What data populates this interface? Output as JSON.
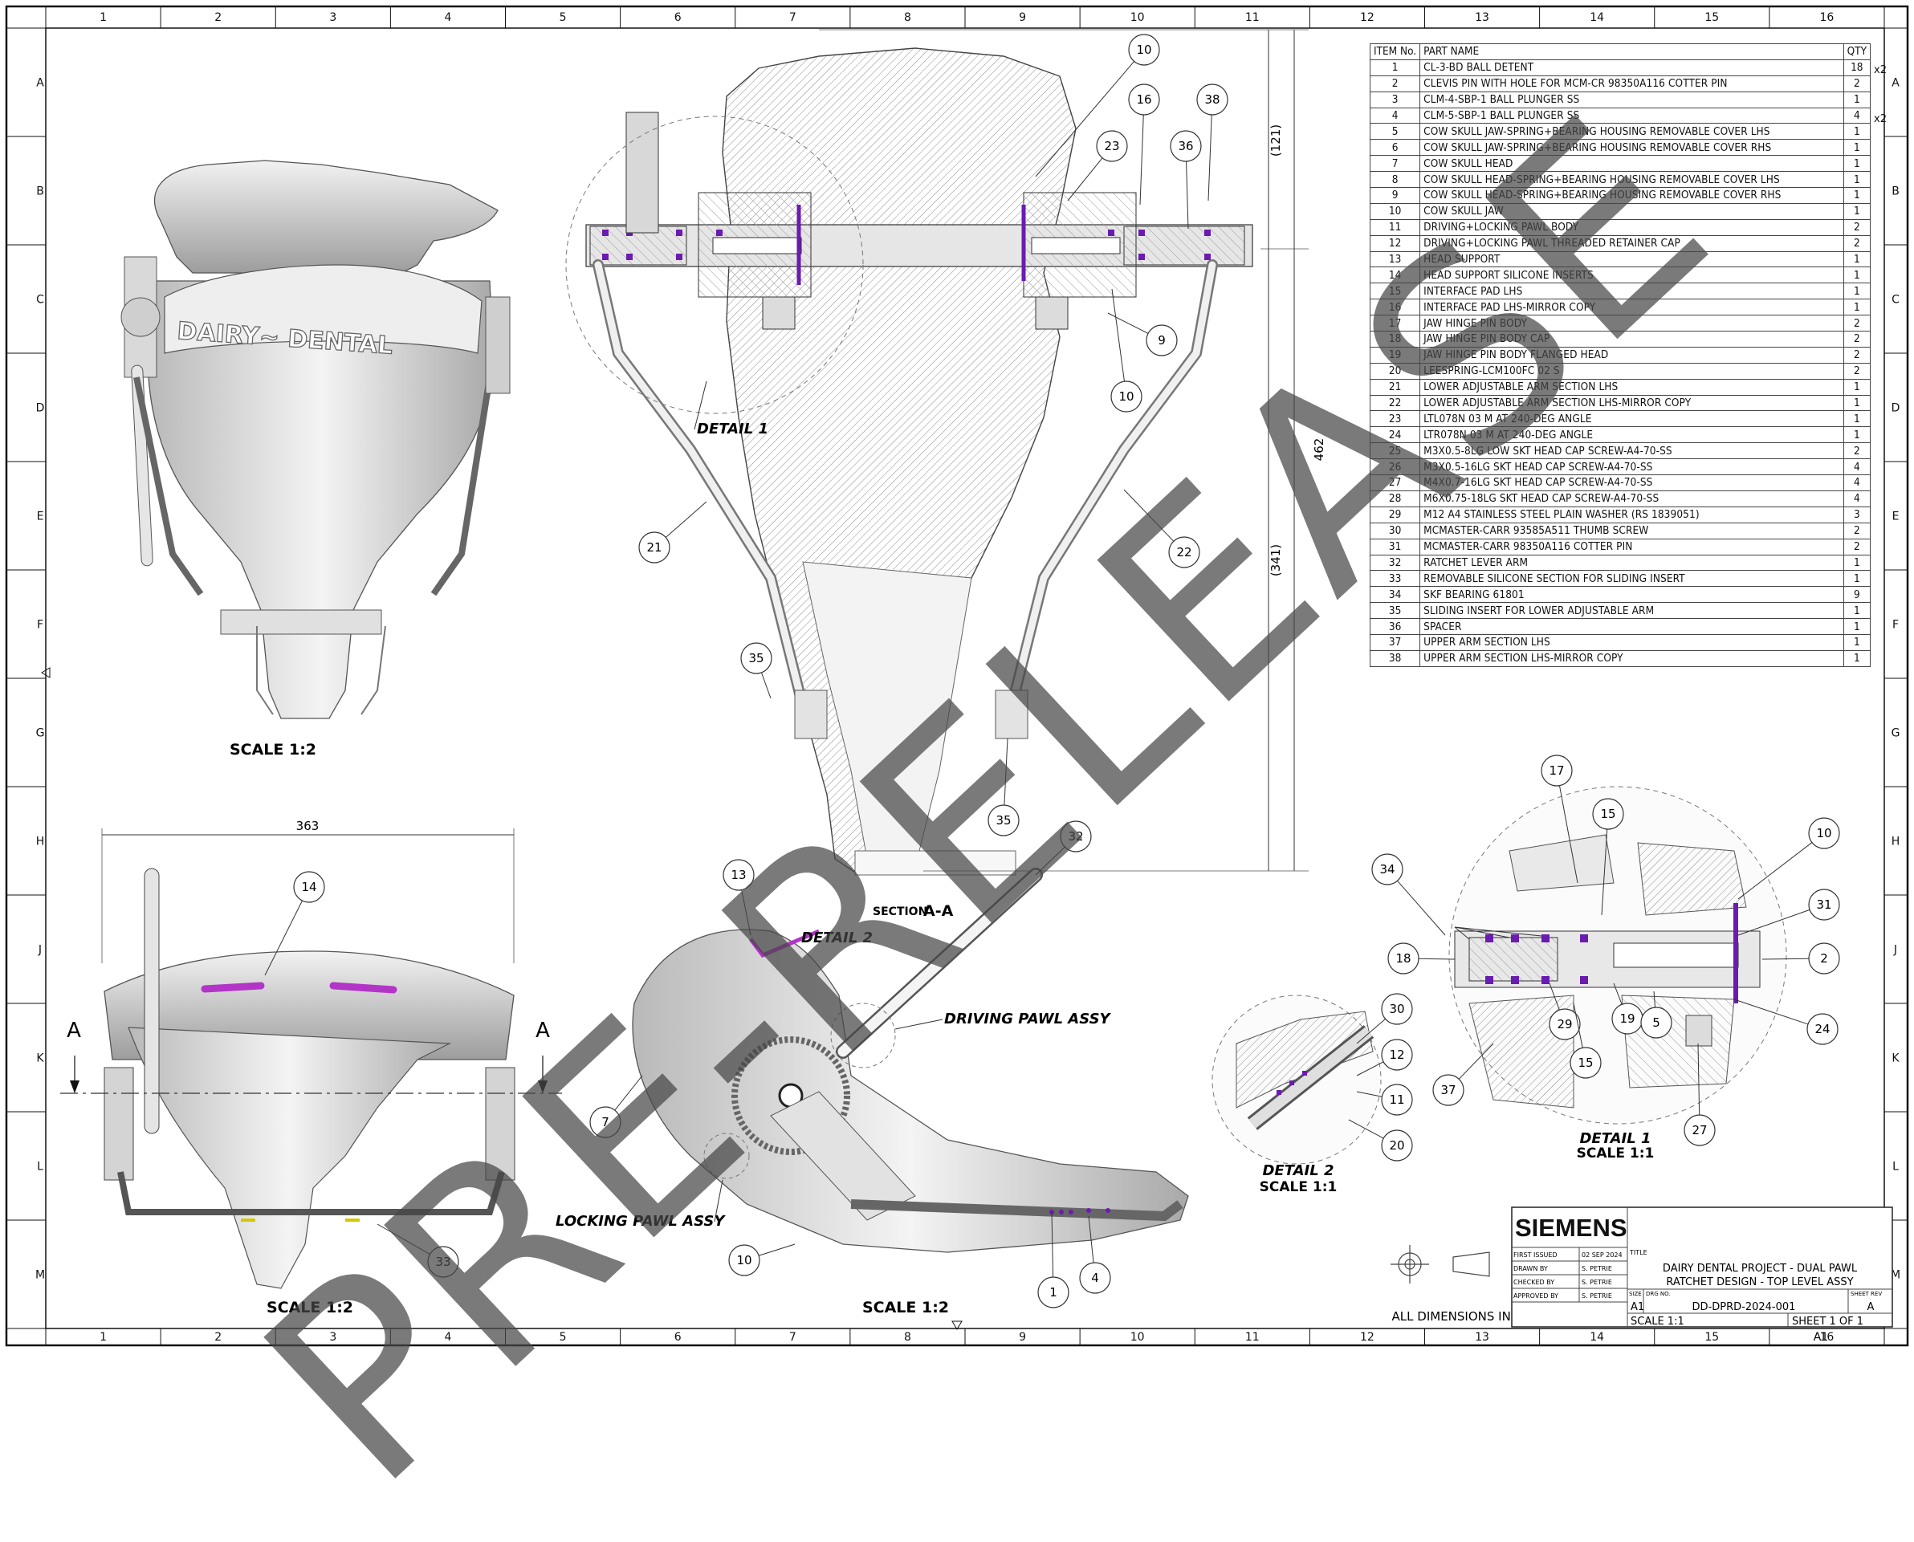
{
  "zones": {
    "columns": [
      "1",
      "2",
      "3",
      "4",
      "5",
      "6",
      "7",
      "8",
      "9",
      "10",
      "11",
      "12",
      "13",
      "14",
      "15",
      "16"
    ],
    "rows": [
      "A",
      "B",
      "C",
      "D",
      "E",
      "F",
      "G",
      "H",
      "J",
      "K",
      "L",
      "M"
    ]
  },
  "watermark": "PRE-RELEASE",
  "bom": {
    "headers": {
      "item": "ITEM No.",
      "part": "PART NAME",
      "qty": "QTY"
    },
    "rows": [
      {
        "item": "1",
        "part": "CL-3-BD BALL DETENT",
        "qty": "18",
        "note": "x2"
      },
      {
        "item": "2",
        "part": "CLEVIS PIN WITH HOLE FOR MCM-CR 98350A116 COTTER PIN",
        "qty": "2"
      },
      {
        "item": "3",
        "part": "CLM-4-SBP-1 BALL PLUNGER SS",
        "qty": "1"
      },
      {
        "item": "4",
        "part": "CLM-5-SBP-1 BALL PLUNGER SS",
        "qty": "4",
        "note": "x2"
      },
      {
        "item": "5",
        "part": "COW SKULL JAW-SPRING+BEARING HOUSING REMOVABLE COVER LHS",
        "qty": "1"
      },
      {
        "item": "6",
        "part": "COW SKULL JAW-SPRING+BEARING HOUSING REMOVABLE COVER RHS",
        "qty": "1"
      },
      {
        "item": "7",
        "part": "COW SKULL HEAD",
        "qty": "1"
      },
      {
        "item": "8",
        "part": "COW SKULL HEAD-SPRING+BEARING HOUSING REMOVABLE COVER LHS",
        "qty": "1"
      },
      {
        "item": "9",
        "part": "COW SKULL HEAD-SPRING+BEARING HOUSING REMOVABLE COVER RHS",
        "qty": "1"
      },
      {
        "item": "10",
        "part": "COW SKULL JAW",
        "qty": "1"
      },
      {
        "item": "11",
        "part": "DRIVING+LOCKING PAWL BODY",
        "qty": "2"
      },
      {
        "item": "12",
        "part": "DRIVING+LOCKING PAWL THREADED RETAINER CAP",
        "qty": "2"
      },
      {
        "item": "13",
        "part": "HEAD SUPPORT",
        "qty": "1"
      },
      {
        "item": "14",
        "part": "HEAD SUPPORT SILICONE INSERTS",
        "qty": "1"
      },
      {
        "item": "15",
        "part": "INTERFACE PAD LHS",
        "qty": "1"
      },
      {
        "item": "16",
        "part": "INTERFACE PAD LHS-MIRROR COPY",
        "qty": "1"
      },
      {
        "item": "17",
        "part": "JAW HINGE PIN BODY",
        "qty": "2"
      },
      {
        "item": "18",
        "part": "JAW HINGE PIN BODY CAP",
        "qty": "2"
      },
      {
        "item": "19",
        "part": "JAW HINGE PIN BODY FLANGED HEAD",
        "qty": "2"
      },
      {
        "item": "20",
        "part": "LEESPRING-LCM100FC 02 S",
        "qty": "2"
      },
      {
        "item": "21",
        "part": "LOWER ADJUSTABLE ARM SECTION LHS",
        "qty": "1"
      },
      {
        "item": "22",
        "part": "LOWER ADJUSTABLE ARM SECTION LHS-MIRROR COPY",
        "qty": "1"
      },
      {
        "item": "23",
        "part": "LTL078N 03 M AT 240-DEG ANGLE",
        "qty": "1"
      },
      {
        "item": "24",
        "part": "LTR078N 03 M AT 240-DEG ANGLE",
        "qty": "1"
      },
      {
        "item": "25",
        "part": "M3X0.5-8LG LOW SKT HEAD CAP SCREW-A4-70-SS",
        "qty": "2"
      },
      {
        "item": "26",
        "part": "M3X0.5-16LG SKT HEAD CAP SCREW-A4-70-SS",
        "qty": "4"
      },
      {
        "item": "27",
        "part": "M4X0.7-16LG SKT HEAD CAP SCREW-A4-70-SS",
        "qty": "4"
      },
      {
        "item": "28",
        "part": "M6X0.75-18LG SKT HEAD CAP SCREW-A4-70-SS",
        "qty": "4"
      },
      {
        "item": "29",
        "part": "M12 A4 STAINLESS STEEL PLAIN WASHER (RS 1839051)",
        "qty": "3"
      },
      {
        "item": "30",
        "part": "MCMASTER-CARR 93585A511 THUMB SCREW",
        "qty": "2"
      },
      {
        "item": "31",
        "part": "MCMASTER-CARR 98350A116 COTTER PIN",
        "qty": "2"
      },
      {
        "item": "32",
        "part": "RATCHET LEVER ARM",
        "qty": "1"
      },
      {
        "item": "33",
        "part": "REMOVABLE SILICONE SECTION FOR SLIDING INSERT",
        "qty": "1"
      },
      {
        "item": "34",
        "part": "SKF BEARING 61801",
        "qty": "9"
      },
      {
        "item": "35",
        "part": "SLIDING INSERT FOR LOWER ADJUSTABLE ARM",
        "qty": "1"
      },
      {
        "item": "36",
        "part": "SPACER",
        "qty": "1"
      },
      {
        "item": "37",
        "part": "UPPER ARM SECTION LHS",
        "qty": "1"
      },
      {
        "item": "38",
        "part": "UPPER ARM SECTION LHS-MIRROR COPY",
        "qty": "1"
      }
    ]
  },
  "views": {
    "top_left": {
      "scale": "SCALE 1:2",
      "brand_text": "DAIRY~ DENTAL"
    },
    "section": {
      "label_prefix": "SECTION",
      "label_letters": "A-A",
      "detail_ref": "DETAIL 1",
      "dim_overall": "462",
      "dim_upper": "(121)",
      "dim_lower": "(341)"
    },
    "front": {
      "scale": "SCALE 1:2",
      "dim_width": "363",
      "section_mark": "A"
    },
    "side": {
      "scale": "SCALE 1:2",
      "detail_ref": "DETAIL 2",
      "driving": "DRIVING PAWL ASSY",
      "locking": "LOCKING PAWL ASSY"
    },
    "detail2": {
      "title": "DETAIL 2",
      "scale": "SCALE 1:1"
    },
    "detail1": {
      "title": "DETAIL 1",
      "scale": "SCALE 1:1"
    }
  },
  "balloons": {
    "section": [
      "10",
      "16",
      "38",
      "23",
      "36",
      "9",
      "10",
      "21",
      "22",
      "35",
      "35"
    ],
    "front": [
      "14",
      "33"
    ],
    "side": [
      "13",
      "32",
      "7",
      "10",
      "1",
      "4"
    ],
    "detail2": [
      "30",
      "12",
      "11",
      "20"
    ],
    "detail1": [
      "17",
      "15",
      "10",
      "34",
      "31",
      "18",
      "2",
      "29",
      "19",
      "5",
      "24",
      "15",
      "37",
      "27"
    ]
  },
  "note": "ALL DIMENSIONS IN MM",
  "title_block": {
    "company": "SIEMENS",
    "first_issued_label": "FIRST ISSUED",
    "first_issued": "02 SEP 2024",
    "drawn_by_label": "DRAWN BY",
    "drawn_by": "S. PETRIE",
    "checked_by_label": "CHECKED BY",
    "checked_by": "S. PETRIE",
    "approved_by_label": "APPROVED BY",
    "approved_by": "S. PETRIE",
    "title_label": "TITLE",
    "title_line1": "DAIRY DENTAL PROJECT - DUAL PAWL",
    "title_line2": "RATCHET DESIGN - TOP LEVEL ASSY",
    "size_label": "SIZE",
    "size": "A1",
    "dwg_label": "DRG NO.",
    "dwg_no": "DD-DPRD-2024-001",
    "rev_label": "SHEET REV",
    "rev": "A",
    "scale": "SCALE 1:1",
    "sheet": "SHEET 1 OF 1",
    "sheet_size_footer": "A1"
  },
  "colors": {
    "accent_purple": "#6a1bb0",
    "insert_magenta": "#b235c8",
    "line": "#222222"
  }
}
